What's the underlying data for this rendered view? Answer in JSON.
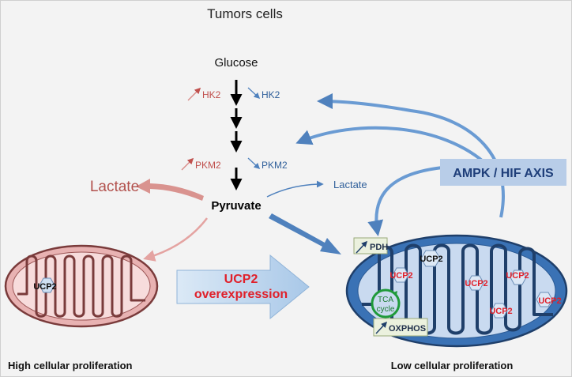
{
  "title": "Tumors cells",
  "pathway": {
    "glucose": "Glucose",
    "pyruvate": "Pyruvate",
    "lactate_high": "Lactate",
    "lactate_low": "Lactate",
    "hk2_left": "HK2",
    "hk2_right": "HK2",
    "pkm2_left": "PKM2",
    "pkm2_right": "PKM2"
  },
  "axis_box": "AMPK / HIF AXIS",
  "overexpression": {
    "line1": "UCP2",
    "line2": "overexpression"
  },
  "left_mito": {
    "ucp2": "UCP2",
    "caption": "High cellular proliferation"
  },
  "right_mito": {
    "pdh": "PDH",
    "tca_line1": "TCA",
    "tca_line2": "cycle",
    "oxphos": "OXPHOS",
    "ucp2_black": "UCP2",
    "ucp2_red": [
      "UCP2",
      "UCP2",
      "UCP2",
      "UCP2",
      "UCP2"
    ],
    "caption": "Low cellular proliferation"
  },
  "colors": {
    "high_arrow": "#c0504d",
    "low_arrow": "#4f81bd",
    "left_mito_fill": "#f2c6c6",
    "right_mito_fill": "#3a72b5",
    "right_inner_fill": "#c9daf0",
    "axis_box_fill": "#b8cde8",
    "ucp2_red": "#e0202a",
    "tca_green": "#1f9a3a"
  }
}
